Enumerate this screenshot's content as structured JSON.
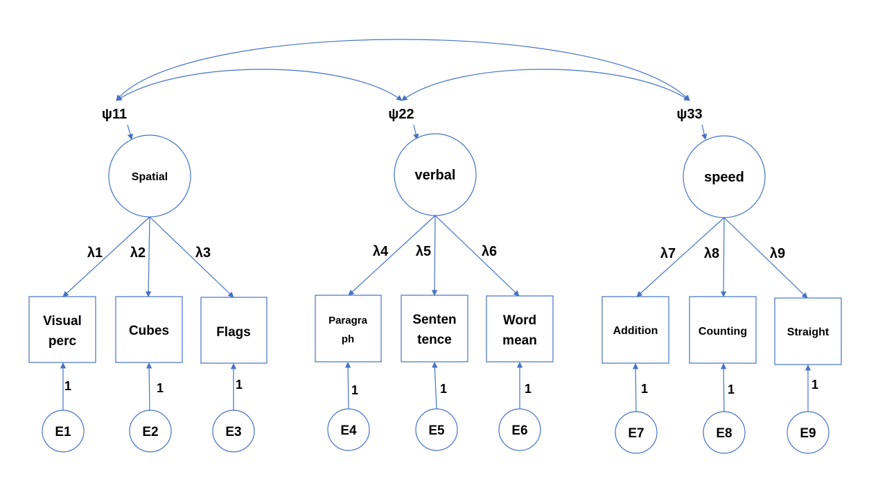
{
  "factors": [
    {
      "id": "spatial",
      "label": "Spatial",
      "variance": "ψ11"
    },
    {
      "id": "verbal",
      "label": "verbal",
      "variance": "ψ22"
    },
    {
      "id": "speed",
      "label": "speed",
      "variance": "ψ33"
    }
  ],
  "indicators": [
    {
      "id": "visual-perc",
      "lines": [
        "Visual",
        "perc"
      ],
      "loading": "λ1",
      "error": "E1",
      "error_loading": "1"
    },
    {
      "id": "cubes",
      "lines": [
        "Cubes"
      ],
      "loading": "λ2",
      "error": "E2",
      "error_loading": "1"
    },
    {
      "id": "flags",
      "lines": [
        "Flags"
      ],
      "loading": "λ3",
      "error": "E3",
      "error_loading": "1"
    },
    {
      "id": "paragraph",
      "lines": [
        "Paragra",
        "ph"
      ],
      "loading": "λ4",
      "error": "E4",
      "error_loading": "1"
    },
    {
      "id": "sentence",
      "lines": [
        "Senten",
        "tence"
      ],
      "loading": "λ5",
      "error": "E5",
      "error_loading": "1"
    },
    {
      "id": "word-mean",
      "lines": [
        "Word",
        "mean"
      ],
      "loading": "λ6",
      "error": "E6",
      "error_loading": "1"
    },
    {
      "id": "addition",
      "lines": [
        "Addition"
      ],
      "loading": "λ7",
      "error": "E7",
      "error_loading": "1"
    },
    {
      "id": "counting",
      "lines": [
        "Counting"
      ],
      "loading": "λ8",
      "error": "E8",
      "error_loading": "1"
    },
    {
      "id": "straight",
      "lines": [
        "Straight"
      ],
      "loading": "λ9",
      "error": "E9",
      "error_loading": "1"
    }
  ],
  "colors": {
    "stroke": "#4472c4",
    "text": "#000000",
    "background": "#ffffff"
  }
}
